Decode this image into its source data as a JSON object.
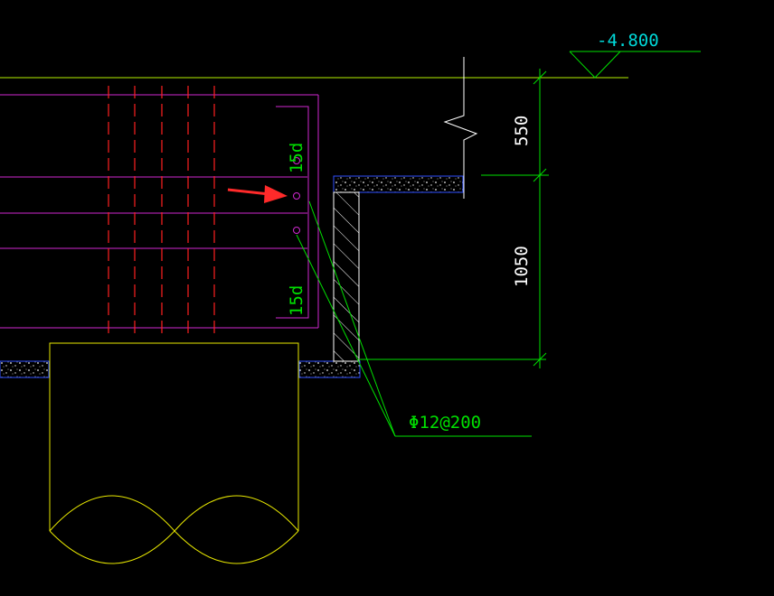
{
  "elevation": {
    "label": "-4.800"
  },
  "dimensions": {
    "upper": "550",
    "lower": "1050"
  },
  "rebar_labels": {
    "top": "15d",
    "bottom": "15d",
    "callout": "Φ12@200"
  },
  "colors": {
    "background": "#000000",
    "reference_line": "#b4f000",
    "dimension": "#00e000",
    "text_label": "#00d8d8",
    "rebar": "#d028d0",
    "stirrup": "#ff2020",
    "outline": "#e8e800",
    "pointer_arrow": "#ff2a2a",
    "cushion_border": "#3050ff"
  },
  "icons": {
    "pointer": "arrow-pointer-icon",
    "break_mark": "zigzag-break-icon"
  }
}
